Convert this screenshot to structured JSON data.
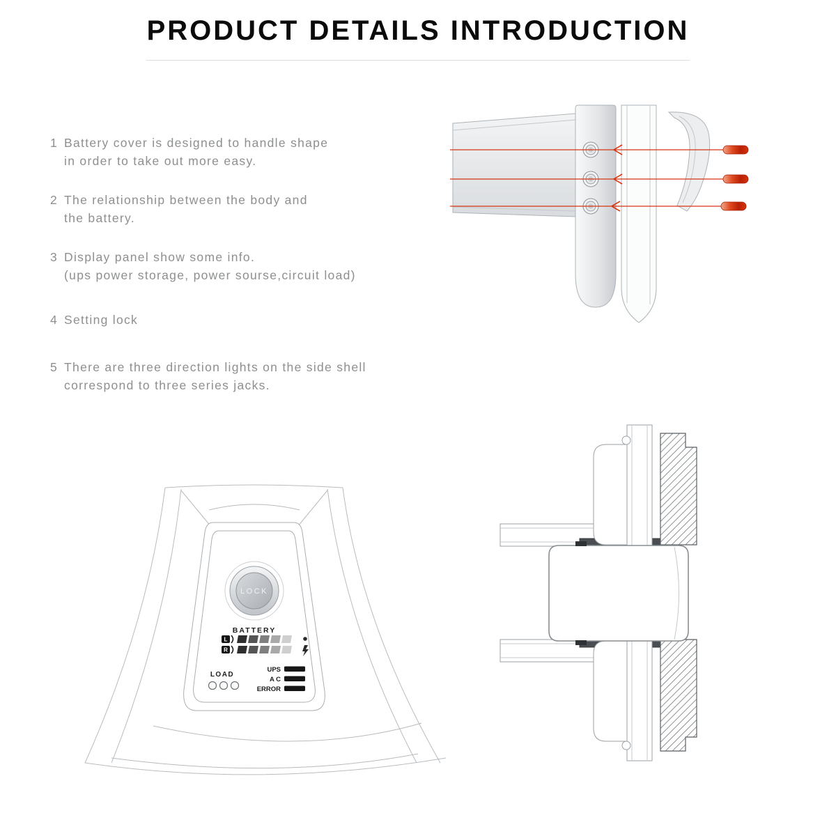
{
  "page": {
    "title": "PRODUCT DETAILS INTRODUCTION"
  },
  "features": [
    {
      "num": "1",
      "line1": "Battery cover is designed to handle shape",
      "line2": "in order to take out more easy."
    },
    {
      "num": "2",
      "line1": "The relationship between the body and",
      "line2": "the battery."
    },
    {
      "num": "3",
      "line1": "Display panel show some info.",
      "line2": "(ups power storage, power sourse,circuit load)"
    },
    {
      "num": "4",
      "line1": "Setting lock",
      "line2": ""
    },
    {
      "num": "5",
      "line1": "There are three direction lights on the side shell",
      "line2": "correspond to three series jacks."
    }
  ],
  "display_panel": {
    "lock_label": "LOCK",
    "battery_label": "BATTERY",
    "left_channel": "L",
    "right_channel": "R",
    "load_label": "LOAD",
    "ups_label": "UPS",
    "ac_label": "A C",
    "error_label": "ERROR"
  },
  "colors": {
    "accent_red": "#d63511",
    "line_gray": "#aab0b5",
    "text_gray": "#8d8f90",
    "title_black": "#0b0b0b"
  }
}
